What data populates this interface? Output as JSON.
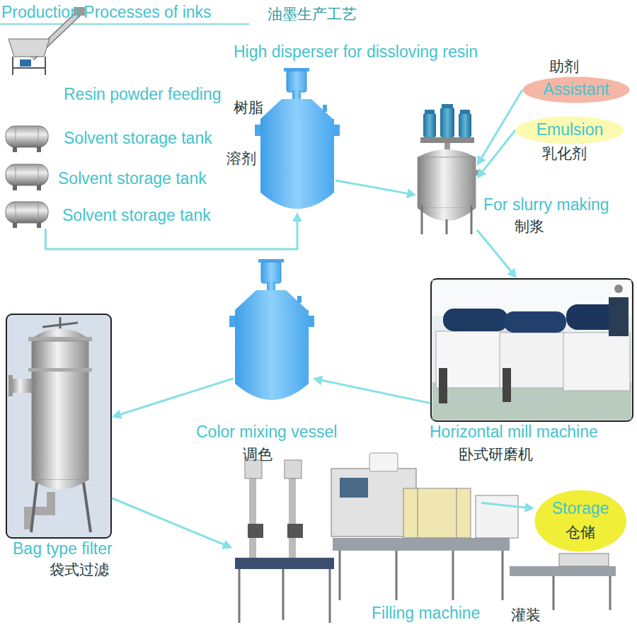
{
  "diagram": {
    "title": "Production Processes of inks",
    "nodes": [
      {
        "text": [
          "Resin powder feeding"
        ]
      },
      {
        "text": [
          "Solvent storage tank"
        ]
      },
      {
        "text": [
          "Solvent storage tank"
        ]
      },
      {
        "text": [
          "Solvent storage tank"
        ]
      },
      {
        "text": [
          "High disperser for dissloving resin"
        ]
      },
      {
        "text": [
          "助剂",
          "Assistant"
        ]
      },
      {
        "text": [
          "Emulsion",
          "乳化剂"
        ]
      },
      {
        "text": [
          "For slurry making",
          "制浆"
        ]
      },
      {
        "text": [
          "Horizontal mill machine",
          "卧式研磨机"
        ]
      },
      {
        "text": [
          "Color mixing vessel",
          "调色"
        ]
      },
      {
        "text": [
          "Bag type filter",
          "袋式过滤"
        ]
      },
      {
        "text": [
          "Filling machine",
          "灌装"
        ]
      },
      {
        "text": [
          "Storage",
          "仓储"
        ]
      }
    ],
    "edges": [
      {
        "from": 3,
        "to": 4,
        "arrow": "to"
      },
      {
        "from": 4,
        "to": 7,
        "arrow": "to"
      },
      {
        "from": 5,
        "to": 7,
        "arrow": "to"
      },
      {
        "from": 6,
        "to": 7,
        "arrow": "to"
      },
      {
        "from": 7,
        "to": 8,
        "arrow": "to"
      },
      {
        "from": 8,
        "to": 9,
        "arrow": "to"
      },
      {
        "from": 9,
        "to": 10,
        "arrow": "to"
      },
      {
        "from": 10,
        "to": 11,
        "arrow": "to"
      },
      {
        "from": 11,
        "to": 12,
        "arrow": "to"
      }
    ],
    "labels": [
      "油墨生产工艺",
      "树脂",
      "溶剂"
    ]
  }
}
